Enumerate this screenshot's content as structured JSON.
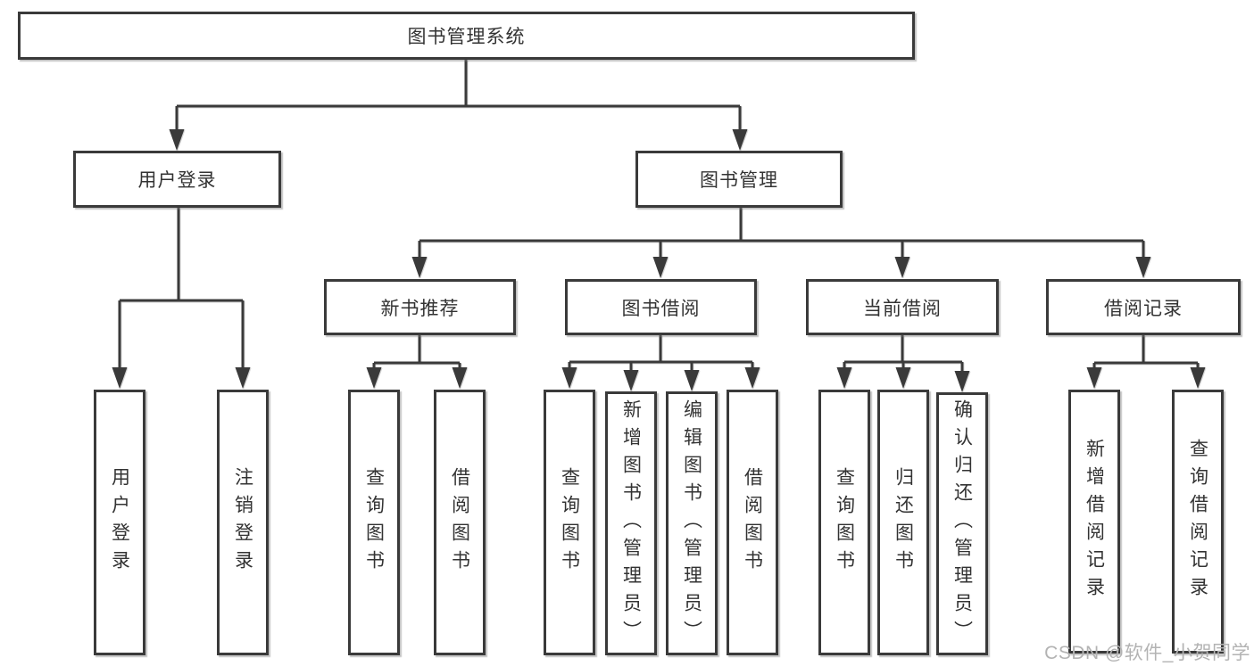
{
  "tree": {
    "root": {
      "label": "图书管理系统"
    },
    "user_login": {
      "label": "用户登录",
      "children": [
        {
          "label": "用户登录"
        },
        {
          "label": "注销登录"
        }
      ]
    },
    "book_mgmt": {
      "label": "图书管理",
      "sections": [
        {
          "label": "新书推荐",
          "children": [
            {
              "label": "查询图书"
            },
            {
              "label": "借阅图书"
            }
          ]
        },
        {
          "label": "图书借阅",
          "children": [
            {
              "label": "查询图书"
            },
            {
              "label": "新增图书（管理员）"
            },
            {
              "label": "编辑图书（管理员）"
            },
            {
              "label": "借阅图书"
            }
          ]
        },
        {
          "label": "当前借阅",
          "children": [
            {
              "label": "查询图书"
            },
            {
              "label": "归还图书"
            },
            {
              "label": "确认归还（管理员）"
            }
          ]
        },
        {
          "label": "借阅记录",
          "children": [
            {
              "label": "新增借阅记录"
            },
            {
              "label": "查询借阅记录"
            }
          ]
        }
      ]
    }
  },
  "watermark": "CSDN @软件_小贺同学",
  "colors": {
    "background": "#ffffff",
    "line": "#3a3a3a",
    "box_border": "#3a3a3a",
    "text": "#333333",
    "watermark": "#b3b3b3"
  }
}
